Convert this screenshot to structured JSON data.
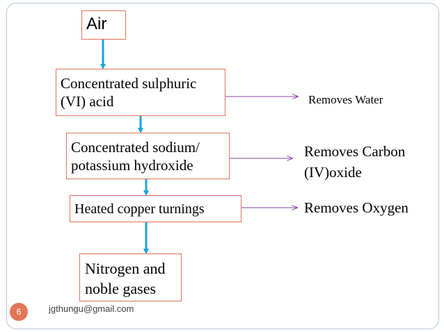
{
  "diagram": {
    "nodes": {
      "air": "Air",
      "sulphuric_acid": "Concentrated sulphuric\n(VI) acid",
      "hydroxide": "Concentrated sodium/\npotassium hydroxide",
      "copper": "Heated copper turnings",
      "nitrogen": "Nitrogen and\nnoble gases"
    },
    "notes": {
      "water": "Removes Water",
      "carbon": "Removes Carbon\n(IV)oxide",
      "oxygen": "Removes Oxygen"
    },
    "edges": [
      {
        "from": "air",
        "to": "sulphuric_acid"
      },
      {
        "from": "sulphuric_acid",
        "to": "hydroxide"
      },
      {
        "from": "hydroxide",
        "to": "copper"
      },
      {
        "from": "copper",
        "to": "nitrogen"
      },
      {
        "from": "sulphuric_acid",
        "to": "water"
      },
      {
        "from": "hydroxide",
        "to": "carbon"
      },
      {
        "from": "copper",
        "to": "oxygen"
      }
    ]
  },
  "footer": {
    "page_number": "6",
    "email": "jgthungu@gmail.com"
  },
  "colors": {
    "box_border": "#e0735a",
    "flow_arrow": "#1aa3dd",
    "side_arrow": "#8a3fa3",
    "page_badge": "#e27657"
  }
}
